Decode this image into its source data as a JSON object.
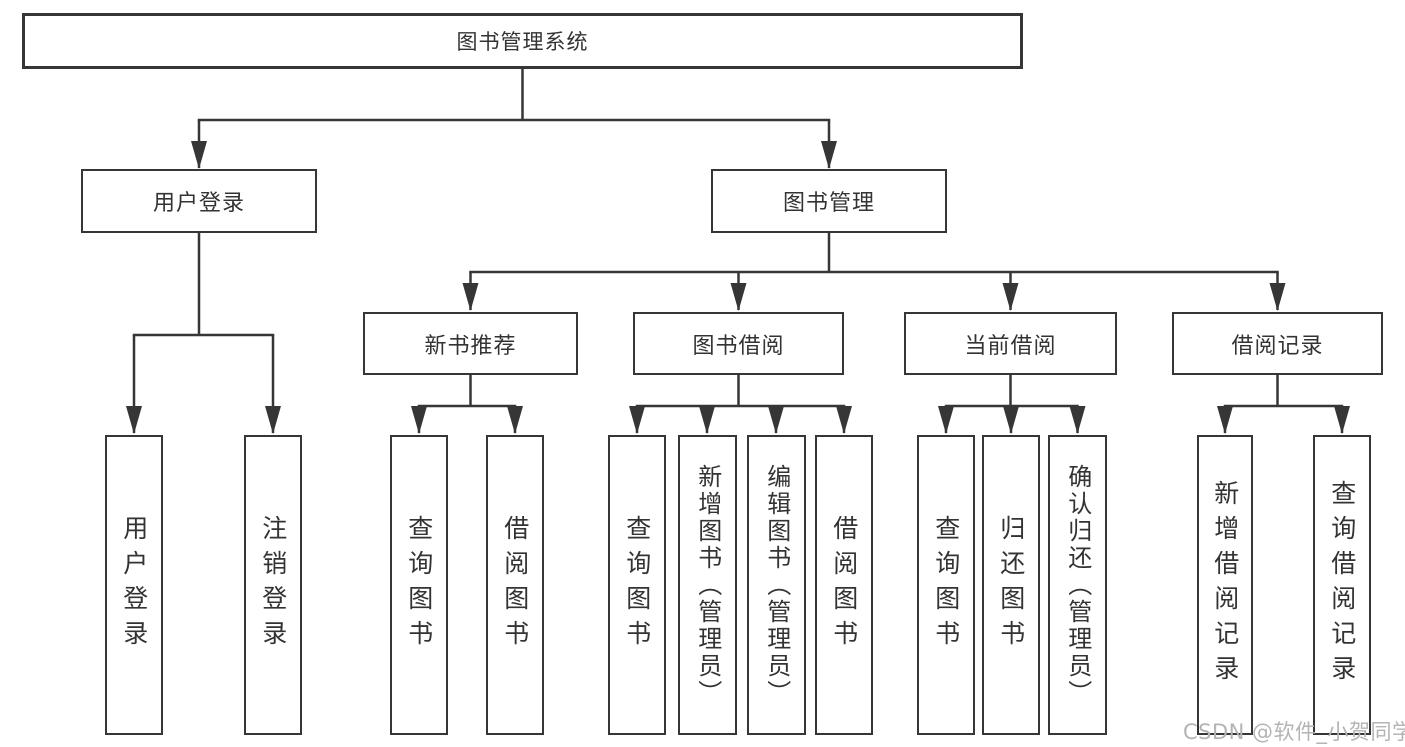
{
  "colors": {
    "line": "#363636",
    "text": "#333333",
    "watermark": "#b5b3b3",
    "bg": "#ffffff"
  },
  "root": {
    "label": "图书管理系统"
  },
  "level2": [
    {
      "label": "用户登录"
    },
    {
      "label": "图书管理"
    }
  ],
  "level3": [
    {
      "label": "新书推荐"
    },
    {
      "label": "图书借阅"
    },
    {
      "label": "当前借阅"
    },
    {
      "label": "借阅记录"
    }
  ],
  "leaves": {
    "user_login": [
      {
        "label": "用户登录"
      },
      {
        "label": "注销登录"
      }
    ],
    "new_book": [
      {
        "label": "查询图书"
      },
      {
        "label": "借阅图书"
      }
    ],
    "book_borrow": [
      {
        "label": "查询图书"
      },
      {
        "label": "新增图书（管理员）"
      },
      {
        "label": "编辑图书（管理员）"
      },
      {
        "label": "借阅图书"
      }
    ],
    "current_borrow": [
      {
        "label": "查询图书"
      },
      {
        "label": "归还图书"
      },
      {
        "label": "确认归还（管理员）"
      }
    ],
    "borrow_records": [
      {
        "label": "新增借阅记录"
      },
      {
        "label": "查询借阅记录"
      }
    ]
  },
  "watermark": "CSDN @软件_小贺同学"
}
